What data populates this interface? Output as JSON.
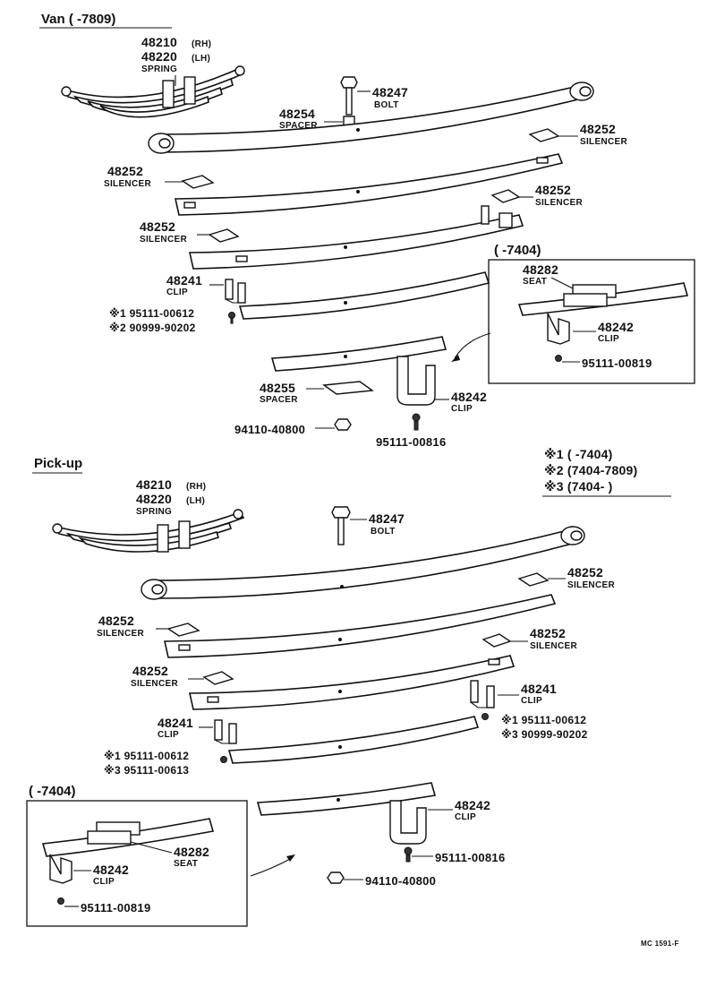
{
  "van": {
    "header": "Van (     -7809)",
    "spring_rh_pn": "48210",
    "spring_rh_side": "(RH)",
    "spring_lh_pn": "48220",
    "spring_lh_side": "(LH)",
    "spring_name": "SPRING",
    "bolt_pn": "48247",
    "bolt_name": "BOLT",
    "spacer_pn": "48254",
    "spacer_name": "SPACER",
    "silencer1_pn": "48252",
    "silencer1_name": "SILENCER",
    "silencer2_pn": "48252",
    "silencer2_name": "SILENCER",
    "silencer3_pn": "48252",
    "silencer3_name": "SILENCER",
    "silencer4_pn": "48252",
    "silencer4_name": "SILENCER",
    "clip1_pn": "48241",
    "clip1_name": "CLIP",
    "screw1": "※1 95111-00612",
    "screw2": "※2 90999-90202",
    "spacer2_pn": "48255",
    "spacer2_name": "SPACER",
    "clip2_pn": "48242",
    "clip2_name": "CLIP",
    "nut": "94110-40800",
    "bolt2": "95111-00816",
    "inset_header": "(     -7404)",
    "inset_seat_pn": "48282",
    "inset_seat_name": "SEAT",
    "inset_clip_pn": "48242",
    "inset_clip_name": "CLIP",
    "inset_bolt": "95111-00819"
  },
  "legend": {
    "l1": "※1 (      -7404)",
    "l2": "※2 (7404-7809)",
    "l3": "※3 (7404-      )"
  },
  "pickup": {
    "header": "Pick-up",
    "spring_rh_pn": "48210",
    "spring_rh_side": "(RH)",
    "spring_lh_pn": "48220",
    "spring_lh_side": "(LH)",
    "spring_name": "SPRING",
    "bolt_pn": "48247",
    "bolt_name": "BOLT",
    "silencer1_pn": "48252",
    "silencer1_name": "SILENCER",
    "silencer2_pn": "48252",
    "silencer2_name": "SILENCER",
    "silencer3_pn": "48252",
    "silencer3_name": "SILENCER",
    "silencer4_pn": "48252",
    "silencer4_name": "SILENCER",
    "clip_r_pn": "48241",
    "clip_r_name": "CLIP",
    "screw_r1": "※1 95111-00612",
    "screw_r3": "※3 90999-90202",
    "clip_l_pn": "48241",
    "clip_l_name": "CLIP",
    "screw_l1": "※1 95111-00612",
    "screw_l3": "※3 95111-00613",
    "clip2_pn": "48242",
    "clip2_name": "CLIP",
    "bolt2": "95111-00816",
    "nut": "94110-40800",
    "inset_header": "(     -7404)",
    "inset_seat_pn": "48282",
    "inset_seat_name": "SEAT",
    "inset_clip_pn": "48242",
    "inset_clip_name": "CLIP",
    "inset_bolt": "95111-00819"
  },
  "footer": {
    "code": "MC 1591-F"
  }
}
